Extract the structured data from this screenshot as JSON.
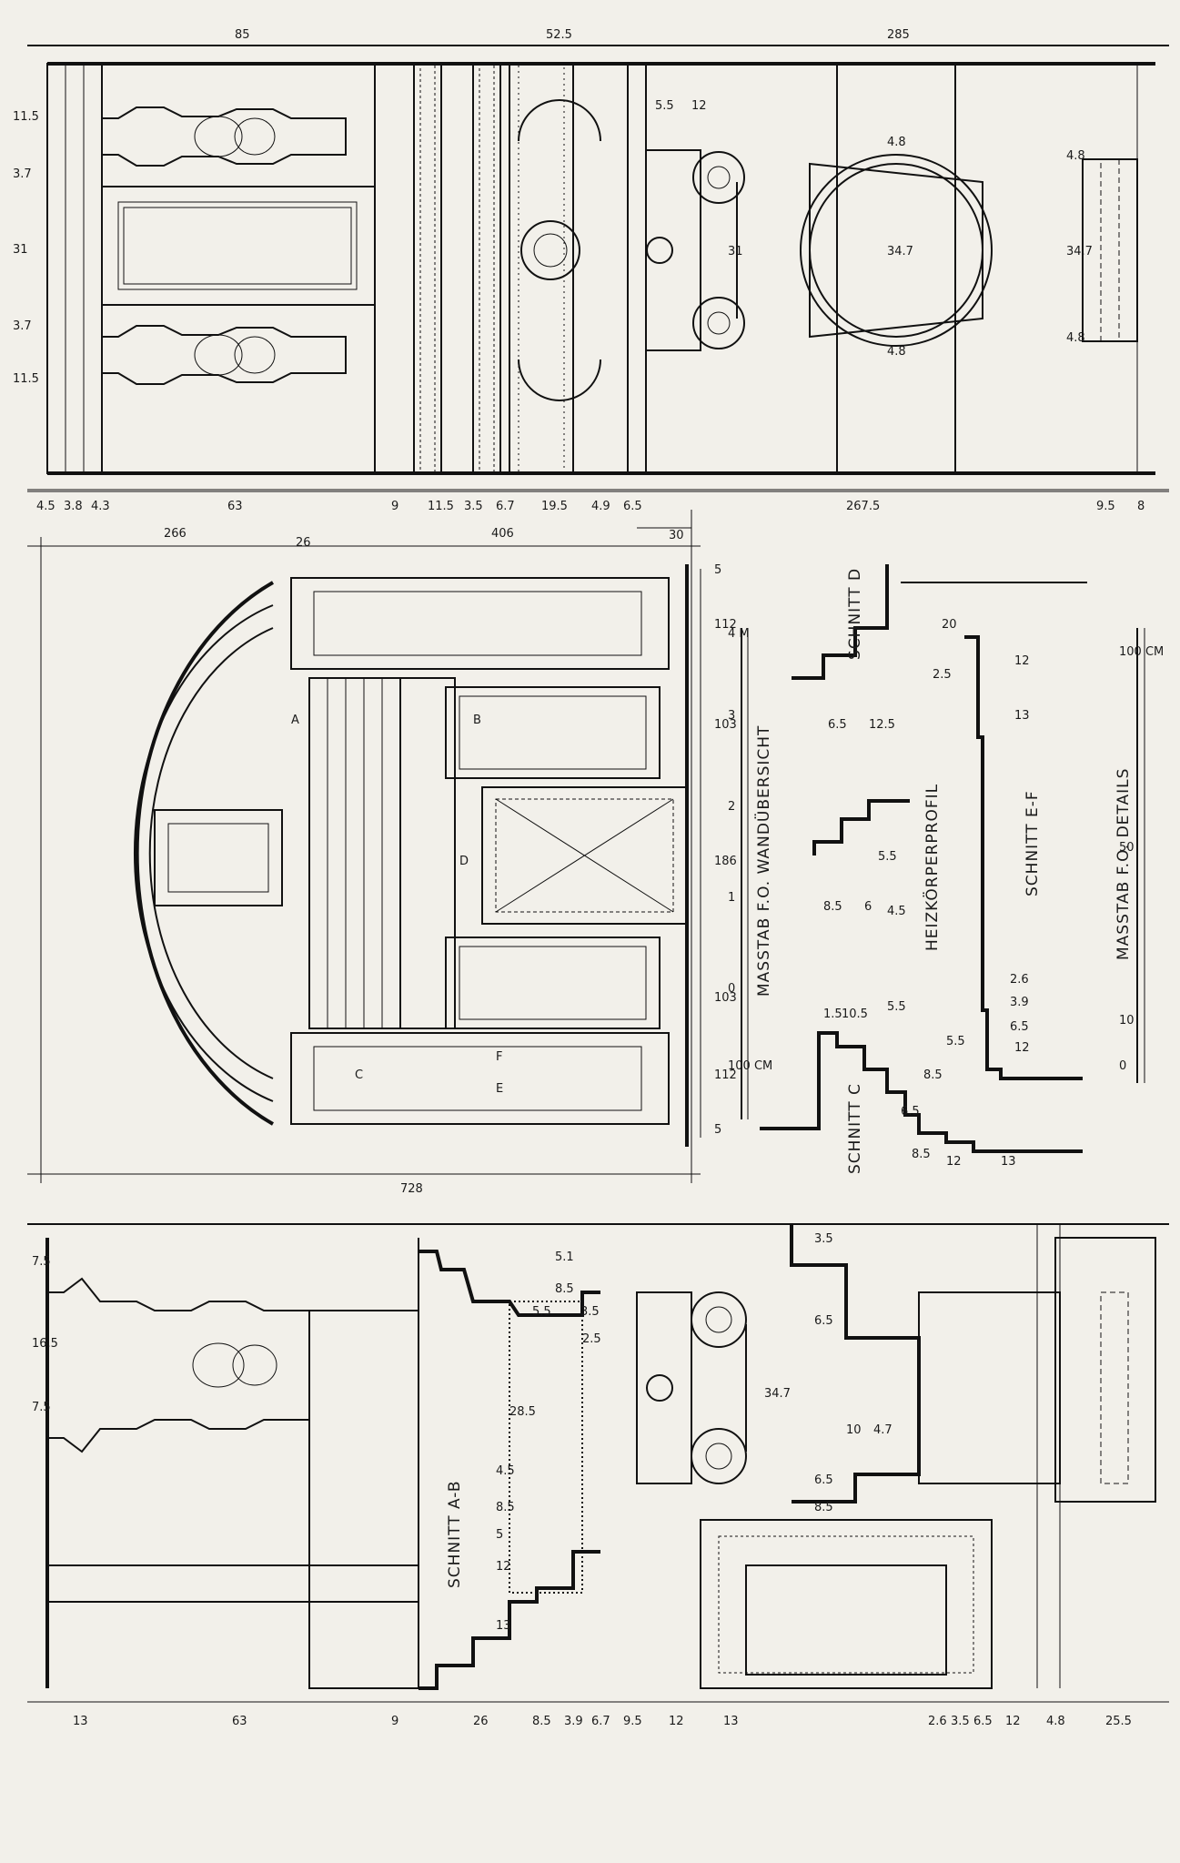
{
  "titles": {
    "scale_overview": "MASSTAB F.O. WANDÜBERSICHT",
    "scale_details": "MASSTAB F.O. DETAILS",
    "section_ab": "SCHNITT A-B",
    "section_c": "SCHNITT C",
    "section_d": "SCHNITT D",
    "section_ef": "SCHNITT E-F",
    "radiator_profile": "HEIZKÖRPERPROFIL"
  },
  "section_markers": [
    "A",
    "B",
    "C",
    "D",
    "E",
    "F"
  ],
  "top_dims": [
    "85",
    "52.5",
    "285"
  ],
  "detail_top_left_dims": [
    "11.5",
    "3.7",
    "31",
    "3.7",
    "11.5"
  ],
  "detail_top_bottom_dims": [
    "4.5",
    "3.8",
    "4.3",
    "63",
    "9",
    "11.5",
    "3.5",
    "6.7",
    "19.5",
    "4.9",
    "6.5",
    "267.5",
    "9.5",
    "8"
  ],
  "capital_dims": [
    "5.5",
    "12",
    "31",
    "4.8",
    "34.7",
    "4.8",
    "4.8",
    "34.7",
    "4.8"
  ],
  "overview_dims": {
    "top": [
      "266",
      "26",
      "406",
      "30"
    ],
    "bays": [
      "5",
      "112",
      "103",
      "186",
      "103",
      "112",
      "5"
    ],
    "left": "728"
  },
  "scale_overview_ticks": [
    "4 M",
    "3",
    "2",
    "1",
    "0",
    "100 CM"
  ],
  "scale_details_ticks": [
    "100 CM",
    "50",
    "10",
    "0"
  ],
  "section_c_dims": [
    "1.5",
    "10.5",
    "5.5",
    "5.5",
    "8.5",
    "6.5",
    "8.5",
    "12",
    "13"
  ],
  "radiator_dims": [
    "8.5",
    "6",
    "4.5",
    "5.5",
    "6.5",
    "12.5",
    "2.5",
    "20",
    "12",
    "13",
    "6.5",
    "3.9",
    "2.6",
    "12"
  ],
  "section_ab_dims": [
    "7.5",
    "16.5",
    "7.5",
    "5.1",
    "8.5",
    "5.5",
    "3.5",
    "2.5",
    "28.5",
    "4.5",
    "8.5",
    "5",
    "12",
    "13",
    "6.5",
    "3.5",
    "6.5",
    "34.7",
    "10",
    "4.7",
    "8.5"
  ],
  "bottom_dims": [
    "13",
    "63",
    "9",
    "26",
    "8.5",
    "3.9",
    "6.7",
    "9.5",
    "12",
    "13",
    "2.6",
    "3.5",
    "6.5",
    "12",
    "4.8",
    "25.5"
  ]
}
